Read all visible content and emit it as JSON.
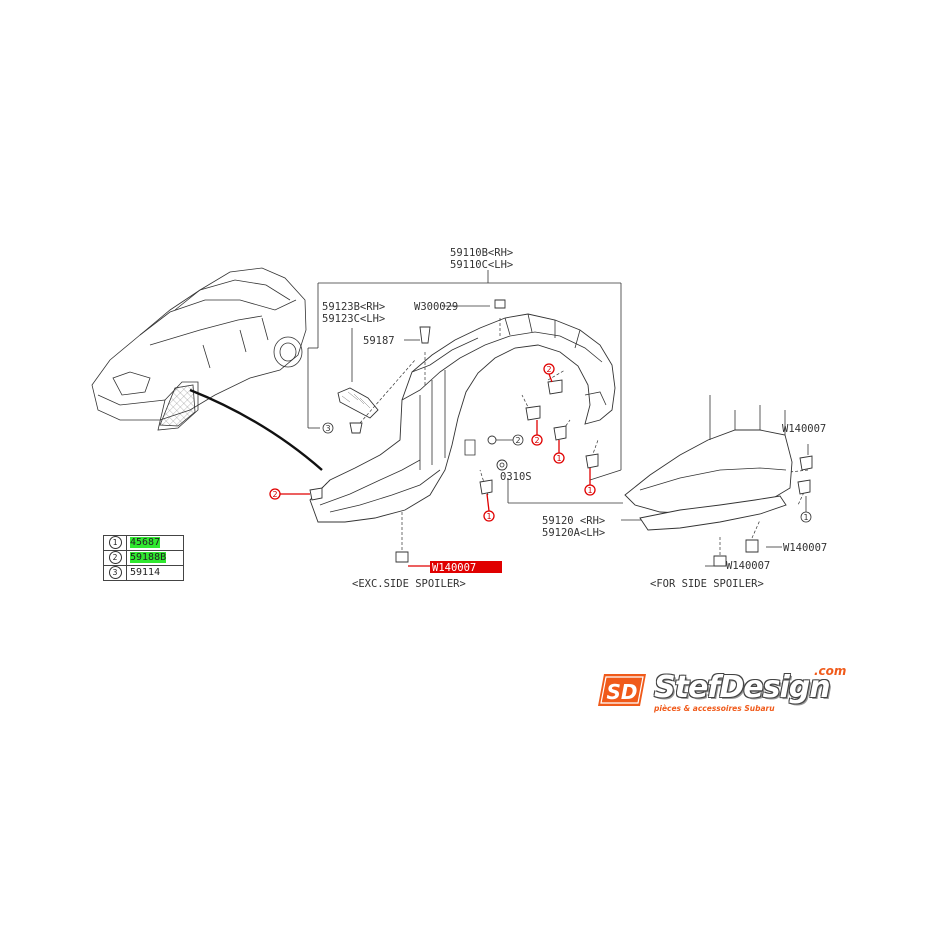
{
  "parts": {
    "liner_rh": "59110B<RH>",
    "liner_lh": "59110C<LH>",
    "bracket_rh": "59123B<RH>",
    "bracket_lh": "59123C<LH>",
    "clip_top": "W300029",
    "clip_59187": "59187",
    "washer": "0310S",
    "under_rh": "59120 <RH>",
    "under_lh": "59120A<LH>",
    "w140007_red": "W140007",
    "w140007_a": "W140007",
    "w140007_b": "W140007",
    "w140007_c": "W140007"
  },
  "captions": {
    "exc_spoiler": "<EXC.SIDE SPOILER>",
    "for_spoiler": "<FOR SIDE SPOILER>"
  },
  "callouts": {
    "one": "1",
    "two": "2",
    "three": "3"
  },
  "legend": [
    {
      "index": "1",
      "part": "45687"
    },
    {
      "index": "2",
      "part": "59188B"
    },
    {
      "index": "3",
      "part": "59114"
    }
  ],
  "logo": {
    "name": "StefDesign",
    "tld": ".com",
    "tagline": "pièces & accessoires Subaru",
    "badge": "SD"
  },
  "colors": {
    "highlight_green": "#2fe82f",
    "highlight_red": "#e00000",
    "brand_orange": "#f05a1a"
  }
}
